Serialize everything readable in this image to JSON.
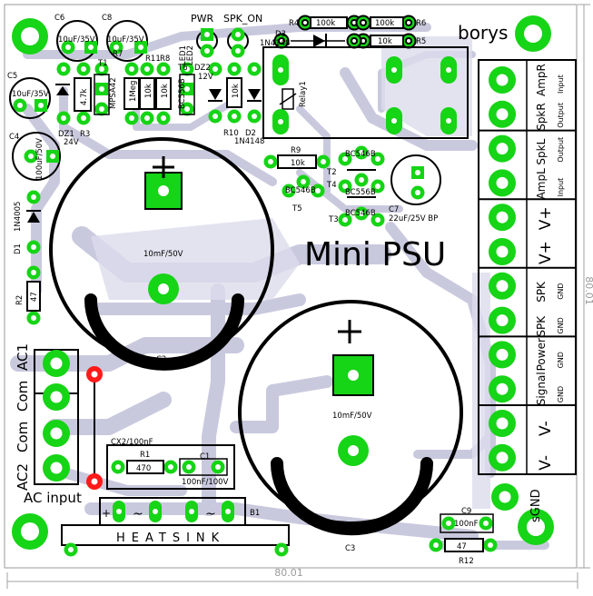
{
  "board": {
    "title": "Mini PSU",
    "author": "borys",
    "dim_width": "80.01",
    "dim_height": "80.01",
    "heatsink": "HEATSINK",
    "ac_input": "AC input",
    "sgnd": "sGND",
    "plus": "+",
    "tilde": "~"
  },
  "connector_left": [
    "AC1",
    "Com",
    "Com",
    "AC2"
  ],
  "connector_right": [
    {
      "main": "AmpR",
      "sub": "Input"
    },
    {
      "main": "SpkR",
      "sub": "Output"
    },
    {
      "main": "SpkL",
      "sub": "Output"
    },
    {
      "main": "AmpL",
      "sub": "Input"
    },
    {
      "main": "V+",
      "sub": ""
    },
    {
      "main": "V+",
      "sub": ""
    },
    {
      "main": "SPK",
      "sub": "GND"
    },
    {
      "main": "SPK",
      "sub": "GND"
    },
    {
      "main": "Power",
      "sub": "GND"
    },
    {
      "main": "Signal",
      "sub": "GND"
    },
    {
      "main": "V-",
      "sub": ""
    },
    {
      "main": "V-",
      "sub": ""
    }
  ],
  "labels": {
    "c6": "C6",
    "c6v": "10uF/35V",
    "c8": "C8",
    "c8v": "10uF/35V",
    "c5": "C5",
    "c5v": "10uF/35V",
    "c4": "C4",
    "c4v": "100uF/50V",
    "c2": "C2",
    "c2v": "10mF/50V",
    "c3": "C3",
    "c3v": "10mF/50V",
    "c7": "C7",
    "c7v": "22uF/25V BP",
    "c1": "C1",
    "c1v": "100nF/100V",
    "c9": "C9",
    "c9v": "100nF",
    "pwr": "PWR",
    "spk_on": "SPK_ON",
    "led1": "LED1",
    "led2": "LED2",
    "r4": "R4",
    "r4v": "100k",
    "r6": "R6",
    "r6v": "100k",
    "r5": "R5",
    "r5v": "10k",
    "d3": "D3",
    "d3v": "1N4148",
    "t1": "T1",
    "t1v": "MPSA42",
    "r7": "R7",
    "r7v": "1Meg",
    "r11": "R11",
    "r11v": "10k",
    "r8": "R8",
    "r8v": "10k",
    "t6": "T6",
    "t6v": "BC556B",
    "dz2": "DZ2",
    "dz2v": "12V",
    "r10": "R10",
    "r10v": "10k",
    "d2": "D2",
    "d2v": "1N4148",
    "r3": "R3",
    "r3v": "4.7k",
    "dz1": "DZ1",
    "dz1v": "24V",
    "relay": "Relay1",
    "r9": "R9",
    "r9v": "10k",
    "t5": "T5",
    "t5v": "BC546B",
    "t2": "T2",
    "t2v": "BC546B",
    "t4": "T4",
    "t4v": "BC556B",
    "t3": "T3",
    "t3v": "BC546B",
    "d1": "D1",
    "d1v": "1N4005",
    "r2": "R2",
    "r2v": "47",
    "cx2": "CX2/100nF",
    "r1": "R1",
    "r1v": "470",
    "b1": "B1",
    "r12": "R12",
    "r12v": "47"
  },
  "colors": {
    "trace": "#bcbcd4",
    "trace_light": "#d4d4e6",
    "pad": "#16d416",
    "pad_dark": "#0a8a0a",
    "via": "#ff2020",
    "silk": "#000000",
    "dim": "#a0a0a0"
  }
}
